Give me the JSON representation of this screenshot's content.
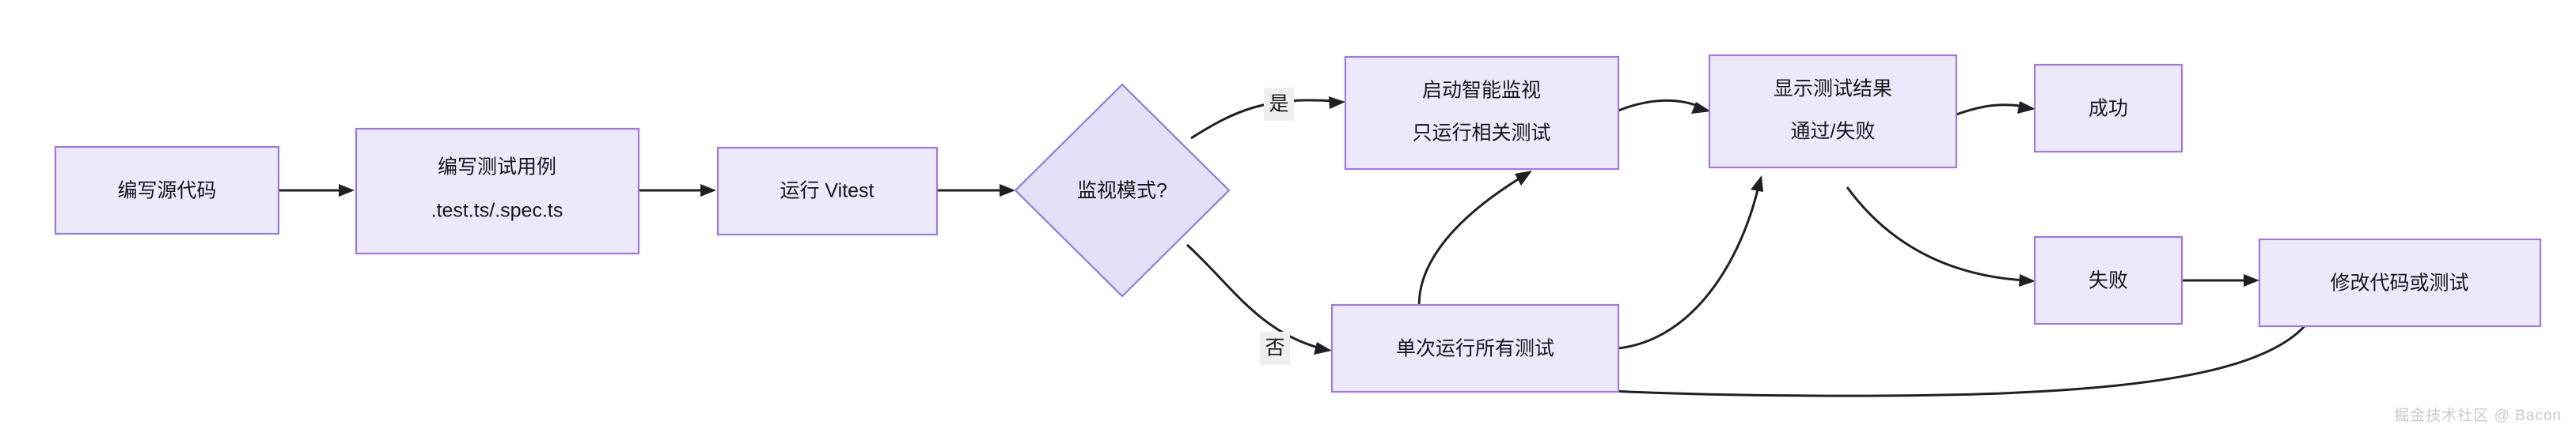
{
  "diagram": {
    "type": "flowchart",
    "direction": "left-to-right",
    "background_color": "#ffffff",
    "node_fill": "#ece9fb",
    "node_stroke": "#9f7bd4",
    "decision_fill": "#e4e0f8",
    "decision_stroke": "#8b7fd6",
    "edge_color": "#1f2024",
    "text_color": "#16171a",
    "nodes": [
      {
        "id": "n1",
        "shape": "rect",
        "label_line1": "编写源代码",
        "label_line2": ""
      },
      {
        "id": "n2",
        "shape": "rect",
        "label_line1": "编写测试用例",
        "label_line2": ".test.ts/.spec.ts"
      },
      {
        "id": "n3",
        "shape": "rect",
        "label_line1": "运行 Vitest",
        "label_line2": ""
      },
      {
        "id": "n4",
        "shape": "diamond",
        "label_line1": "监视模式?",
        "label_line2": ""
      },
      {
        "id": "n5",
        "shape": "rect",
        "label_line1": "启动智能监视",
        "label_line2": "只运行相关测试"
      },
      {
        "id": "n6",
        "shape": "rect",
        "label_line1": "单次运行所有测试",
        "label_line2": ""
      },
      {
        "id": "n7",
        "shape": "rect",
        "label_line1": "显示测试结果",
        "label_line2": "通过/失败"
      },
      {
        "id": "n8",
        "shape": "rect",
        "label_line1": "成功",
        "label_line2": ""
      },
      {
        "id": "n9",
        "shape": "rect",
        "label_line1": "失败",
        "label_line2": ""
      },
      {
        "id": "n10",
        "shape": "rect",
        "label_line1": "修改代码或测试",
        "label_line2": ""
      }
    ],
    "edges": [
      {
        "from": "n1",
        "to": "n2",
        "label": ""
      },
      {
        "from": "n2",
        "to": "n3",
        "label": ""
      },
      {
        "from": "n3",
        "to": "n4",
        "label": ""
      },
      {
        "from": "n4",
        "to": "n5",
        "label": "是"
      },
      {
        "from": "n4",
        "to": "n6",
        "label": "否"
      },
      {
        "from": "n5",
        "to": "n7",
        "label": ""
      },
      {
        "from": "n6",
        "to": "n7",
        "label": ""
      },
      {
        "from": "n7",
        "to": "n8",
        "label": ""
      },
      {
        "from": "n7",
        "to": "n9",
        "label": ""
      },
      {
        "from": "n9",
        "to": "n10",
        "label": ""
      },
      {
        "from": "n10",
        "to": "n5",
        "label": ""
      }
    ]
  },
  "watermark": {
    "text": "掘金技术社区 @ Bacon"
  }
}
